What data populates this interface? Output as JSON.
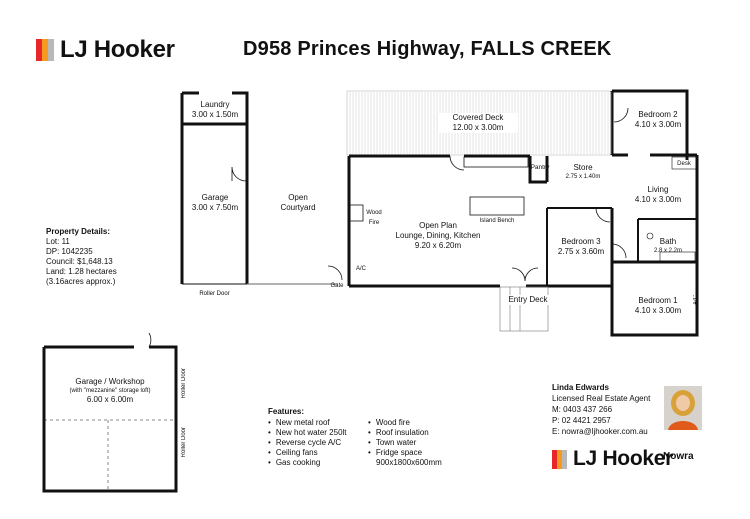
{
  "header": {
    "title": "D958 Princes Highway, FALLS CREEK",
    "brand": "LJ Hooker",
    "brand_colors": [
      "#e8272a",
      "#f39a1f",
      "#b6b8ba"
    ]
  },
  "rooms": {
    "laundry": {
      "name": "Laundry",
      "size": "3.00 x 1.50m"
    },
    "garage": {
      "name": "Garage",
      "size": "3.00 x 7.50m"
    },
    "courtyard": {
      "line1": "Open",
      "line2": "Courtyard"
    },
    "covered_deck": {
      "name": "Covered Deck",
      "size": "12.00 x 3.00m"
    },
    "bedroom2": {
      "name": "Bedroom 2",
      "size": "4.10 x 3.00m"
    },
    "pantry": {
      "name": "Pantry"
    },
    "store": {
      "name": "Store",
      "size": "2.75 x 1.40m"
    },
    "desk": {
      "name": "Desk"
    },
    "living": {
      "name": "Living",
      "size": "4.10 x 3.00m"
    },
    "wood_fire": {
      "line1": "Wood",
      "line2": "Fire"
    },
    "island_bench": {
      "name": "Island Bench"
    },
    "open_plan": {
      "name": "Open Plan",
      "desc": "Lounge, Dining, Kitchen",
      "size": "9.20 x 6.20m"
    },
    "bedroom3": {
      "name": "Bedroom 3",
      "size": "2.75 x 3.60m"
    },
    "bath": {
      "name": "Bath",
      "size": "2.8 x 2.2m"
    },
    "ac1": {
      "name": "A/C"
    },
    "ac2": {
      "name": "A/C"
    },
    "entry_deck": {
      "name": "Entry Deck"
    },
    "bedroom1": {
      "name": "Bedroom 1",
      "size": "4.10 x 3.00m"
    },
    "roller_door": {
      "name": "Roller Door"
    },
    "gate": {
      "name": "Gate"
    },
    "workshop": {
      "name": "Garage / Workshop",
      "note": "(with \"mezzanine\" storage loft)",
      "size": "6.00 x 6.00m"
    },
    "workshop_roller1": {
      "name": "Roller Door"
    },
    "workshop_roller2": {
      "name": "Roller Door"
    }
  },
  "property_details": {
    "heading": "Property Details:",
    "lot": "Lot:  11",
    "dp": "DP:  1042235",
    "council": "Council:   $1,648.13",
    "land": "Land:  1.28 hectares",
    "approx": "(3.16acres approx.)"
  },
  "features": {
    "heading": "Features:",
    "col1": [
      "New metal roof",
      "New hot water 250lt",
      "Reverse cycle A/C",
      "Ceiling fans",
      "Gas cooking"
    ],
    "col2": [
      "Wood fire",
      "Roof insulation",
      "Town water",
      "Fridge space"
    ],
    "col2_extra": "900x1800x600mm"
  },
  "agent": {
    "name": "Linda Edwards",
    "title": "Licensed Real Estate Agent",
    "mobile": "M: 0403 437 266",
    "phone": "P: 02 4421 2957",
    "email": "E: nowra@ljhooker.com.au",
    "office": "Nowra"
  }
}
